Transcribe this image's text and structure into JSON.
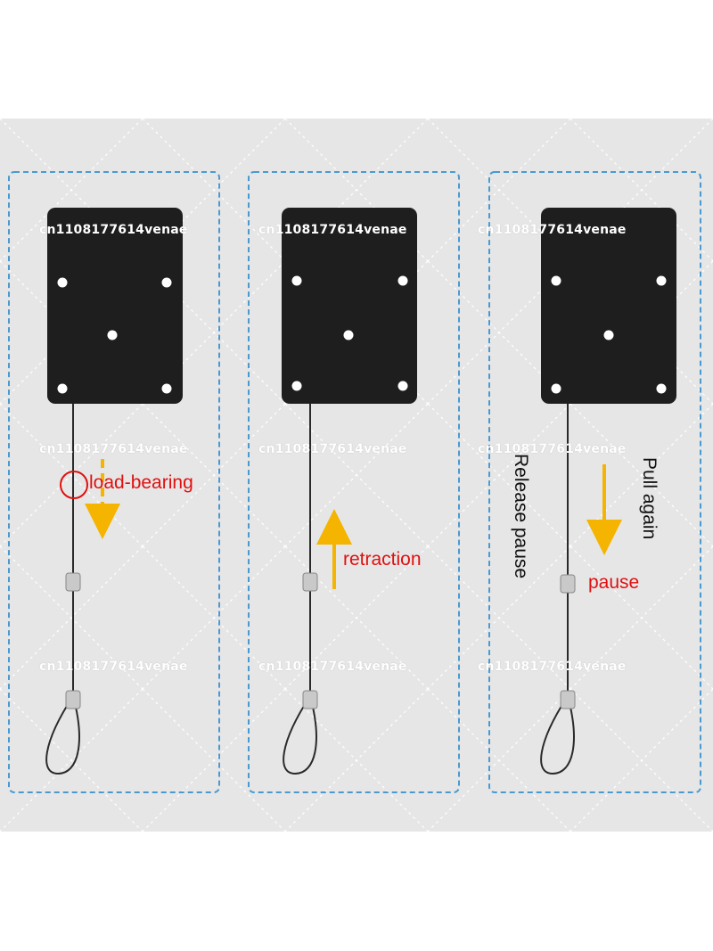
{
  "watermark": "cn1108177614venae",
  "panels": [
    {
      "id": "load",
      "label": "load-bearing",
      "arrow": "down",
      "label_color": "#e01010"
    },
    {
      "id": "retract",
      "label": "retraction",
      "arrow": "up",
      "label_color": "#e01010"
    },
    {
      "id": "pause",
      "label": "pause",
      "side_label_left": "Release pause",
      "side_label_right": "Pull again",
      "arrow": "down",
      "label_color": "#e01010"
    }
  ],
  "colors": {
    "background": "#e6e6e6",
    "frame": "#4a9ad0",
    "device": "#1e1e1e",
    "arrow": "#f4b400",
    "label": "#e01010"
  }
}
